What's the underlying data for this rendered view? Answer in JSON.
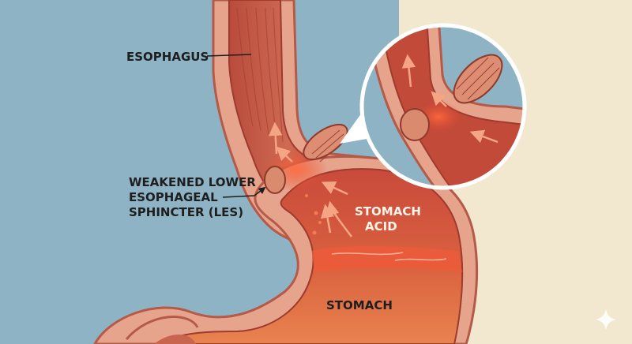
{
  "labels": {
    "esophagus": "ESOPHAGUS",
    "les_line1": "WEAKENED LOWER",
    "les_line2": "ESOPHAGEAL",
    "les_line3": "SPHINCTER (LES)",
    "stomach_acid_line1": "STOMACH",
    "stomach_acid_line2": "ACID",
    "stomach": "STOMACH"
  },
  "colors": {
    "background_left": "#8db3c4",
    "background_right": "#f1e8cf",
    "tissue_outer": "#e7a48c",
    "tissue_wall": "#c8644e",
    "lumen": "#b9453a",
    "acid": "#e24a32",
    "label_dark": "#1e1e1e",
    "label_light": "#fdf3e8"
  },
  "icons": {
    "watermark": "sparkle-icon"
  }
}
